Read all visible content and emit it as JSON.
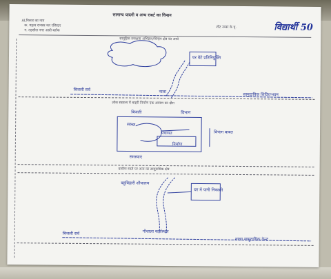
{
  "sheet": {
    "title": "सामान्य यादगी व अन्य राबर्ट का चिन्हन",
    "meta_left": [
      "ALनिकार का नाम",
      "क. महत्व राजस्व कर रजिस्टर",
      "ग. तहसील नगर आदी ब्लॉक"
    ],
    "meta_right_label": "शीट नम्बर के पृ.",
    "meta_right_value": "विद्यार्थी 50"
  },
  "section1": {
    "heading": "सामूहिक स्वच्छता अभिहान/चिन्हन क्षेत्र का आधे",
    "box_label": "घर बेटे प्रतिनियुक्ति",
    "left_label": "बिजली सर्व",
    "center_label": "नाला",
    "right_label": "सामुदायिक शिविर/भवन"
  },
  "section2": {
    "heading": "लोक स्वास्थ्य में बाहरी निर्माण एक आयाम का दौरा",
    "top_labels": [
      "बिजली",
      "विभाग"
    ],
    "box_labels": [
      "स्वच्छ",
      "पंचायत",
      "निर्माण"
    ],
    "right_label": "विभाग बाबत",
    "bottom_label": "समस्याएं"
  },
  "section3": {
    "heading": "ग्रामीण रास्ते पर अन्य का सामुदायिक क्षेत्र",
    "left_label": "बहुबिहारी शौचालय",
    "box_label": "घर में पानी निकासी",
    "center_label": "गौशाला कार्यस्थल",
    "bottom_left": "बिजली सर्व",
    "bottom_right": "शाला सामुदायिक केन्द्र"
  }
}
